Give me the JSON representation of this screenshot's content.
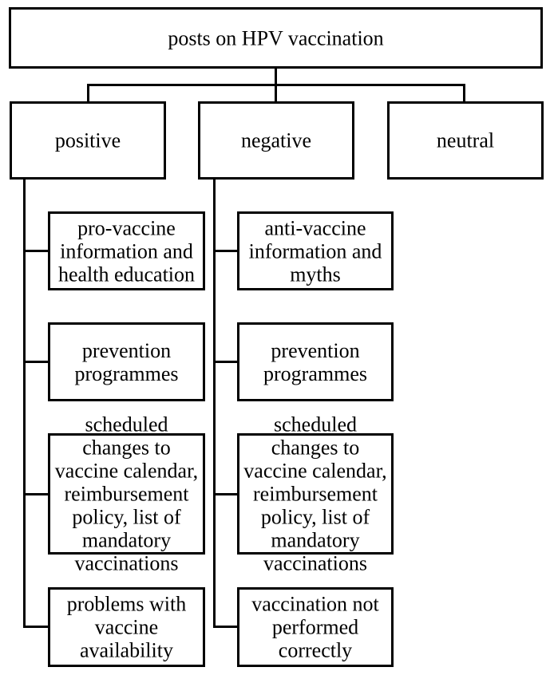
{
  "title": "posts on HPV vaccination",
  "colors": {
    "line": "#000000",
    "background": "#ffffff",
    "text": "#000000"
  },
  "categories": [
    {
      "label": "positive",
      "children": [
        {
          "label": "pro-vaccine\ninformation and\nhealth education"
        },
        {
          "label": "prevention\nprogrammes"
        },
        {
          "label": "scheduled\nchanges to\nvaccine calendar,\nreimbursement\npolicy, list of\nmandatory\nvaccinations"
        },
        {
          "label": "problems with\nvaccine\navailability"
        }
      ]
    },
    {
      "label": "negative",
      "children": [
        {
          "label": "anti-vaccine\ninformation and\nmyths"
        },
        {
          "label": "prevention\nprogrammes"
        },
        {
          "label": "scheduled\nchanges to\nvaccine calendar,\nreimbursement\npolicy, list of\nmandatory\nvaccinations"
        },
        {
          "label": "vaccination not\nperformed\ncorrectly"
        }
      ]
    },
    {
      "label": "neutral",
      "children": []
    }
  ]
}
